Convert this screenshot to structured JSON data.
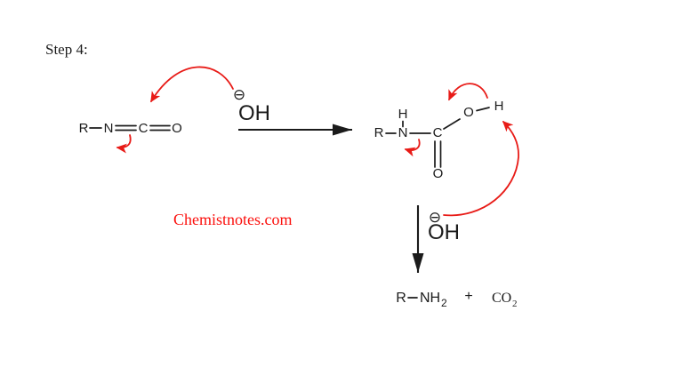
{
  "colors": {
    "background": "#ffffff",
    "ink": "#1b1b1b",
    "arrow": "#e81b17",
    "watermark": "#fb0f0c"
  },
  "header": {
    "step_label": "Step 4:"
  },
  "reactant": {
    "r": "R",
    "n": "N",
    "c": "C",
    "o": "O"
  },
  "hydroxide_top": {
    "charge": "⊖",
    "label": "OH"
  },
  "intermediate": {
    "r": "R",
    "h_amide": "H",
    "n": "N",
    "c": "C",
    "o_carbonyl": "O",
    "o_hydroxyl": "O",
    "h_hydroxyl": "H"
  },
  "hydroxide_bottom": {
    "charge": "⊖",
    "label": "OH"
  },
  "products": {
    "amine_r": "R",
    "amine_nh": "NH",
    "amine_subscript": "2",
    "plus": "+",
    "co2": "CO",
    "co2_subscript": "2"
  },
  "watermark": {
    "text": "Chemistnotes.com"
  }
}
